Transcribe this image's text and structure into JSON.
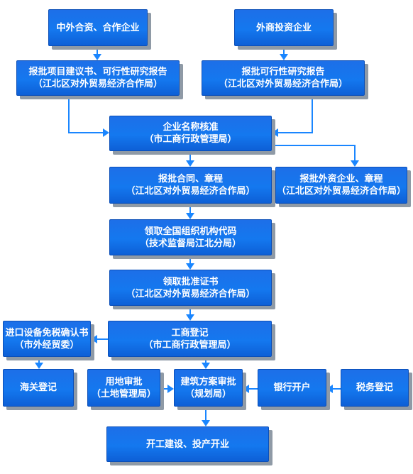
{
  "nodes": {
    "jv": {
      "line1": "中外合资、合作企业"
    },
    "foreign": {
      "line1": "外商投资企业"
    },
    "proj": {
      "line1": "报批项目建议书、可行性研究报告",
      "line2": "（江北区对外贸易经济合作局）"
    },
    "feas": {
      "line1": "报批可行性研究报告",
      "line2": "（江北区对外贸易经济合作局）"
    },
    "name": {
      "line1": "企业名称核准",
      "line2": "（市工商行政管理局）"
    },
    "contract": {
      "line1": "报批合同、章程",
      "line2": "（江北区对外贸易经济合作局）"
    },
    "fcontract": {
      "line1": "报批外资企业、章程",
      "line2": "（江北区对外贸易经济合作局）"
    },
    "orgcode": {
      "line1": "领取全国组织机构代码",
      "line2": "（技术监督局江北分局）"
    },
    "cert": {
      "line1": "领取批准证书",
      "line2": "（江北区对外贸易经济合作局）"
    },
    "biz": {
      "line1": "工商登记",
      "line2": "（市工商行政管理局）"
    },
    "import": {
      "line1": "进口设备免税确认书",
      "line2": "（市外经贸委）"
    },
    "customs": {
      "line1": "海关登记"
    },
    "land": {
      "line1": "用地审批",
      "line2": "（土地管理局）"
    },
    "build": {
      "line1": "建筑方案审批",
      "line2": "（规划局）"
    },
    "bank": {
      "line1": "银行开户"
    },
    "tax": {
      "line1": "税务登记"
    },
    "start": {
      "line1": "开工建设、投产开业"
    }
  },
  "colors": {
    "box": "#1478ef",
    "arrow": "#1a86ff",
    "shadow": "#8f9aa6"
  }
}
